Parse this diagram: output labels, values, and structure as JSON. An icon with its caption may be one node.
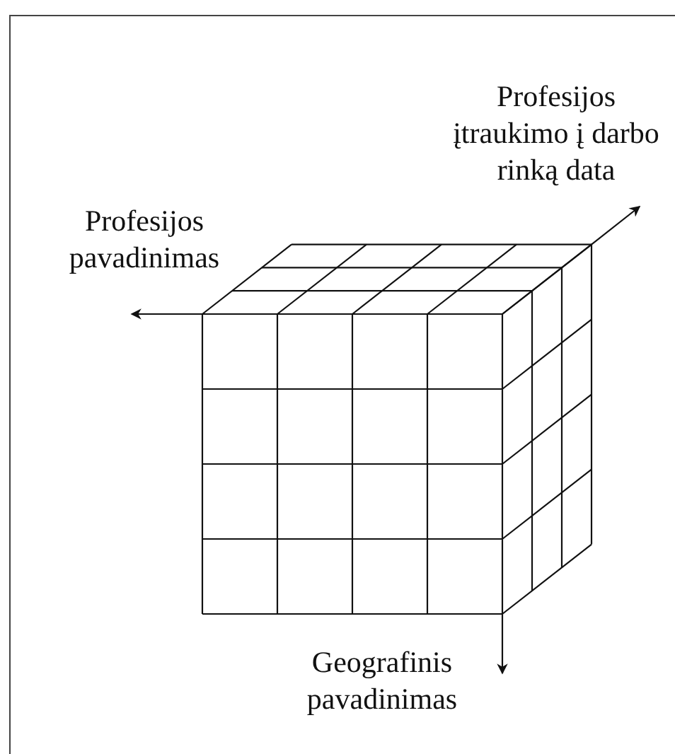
{
  "diagram": {
    "labels": [
      "Profesijos įtraukimo į darbo rinką data",
      "Profesijos pavadinimas",
      "Geografinis pavadinimas"
    ]
  }
}
